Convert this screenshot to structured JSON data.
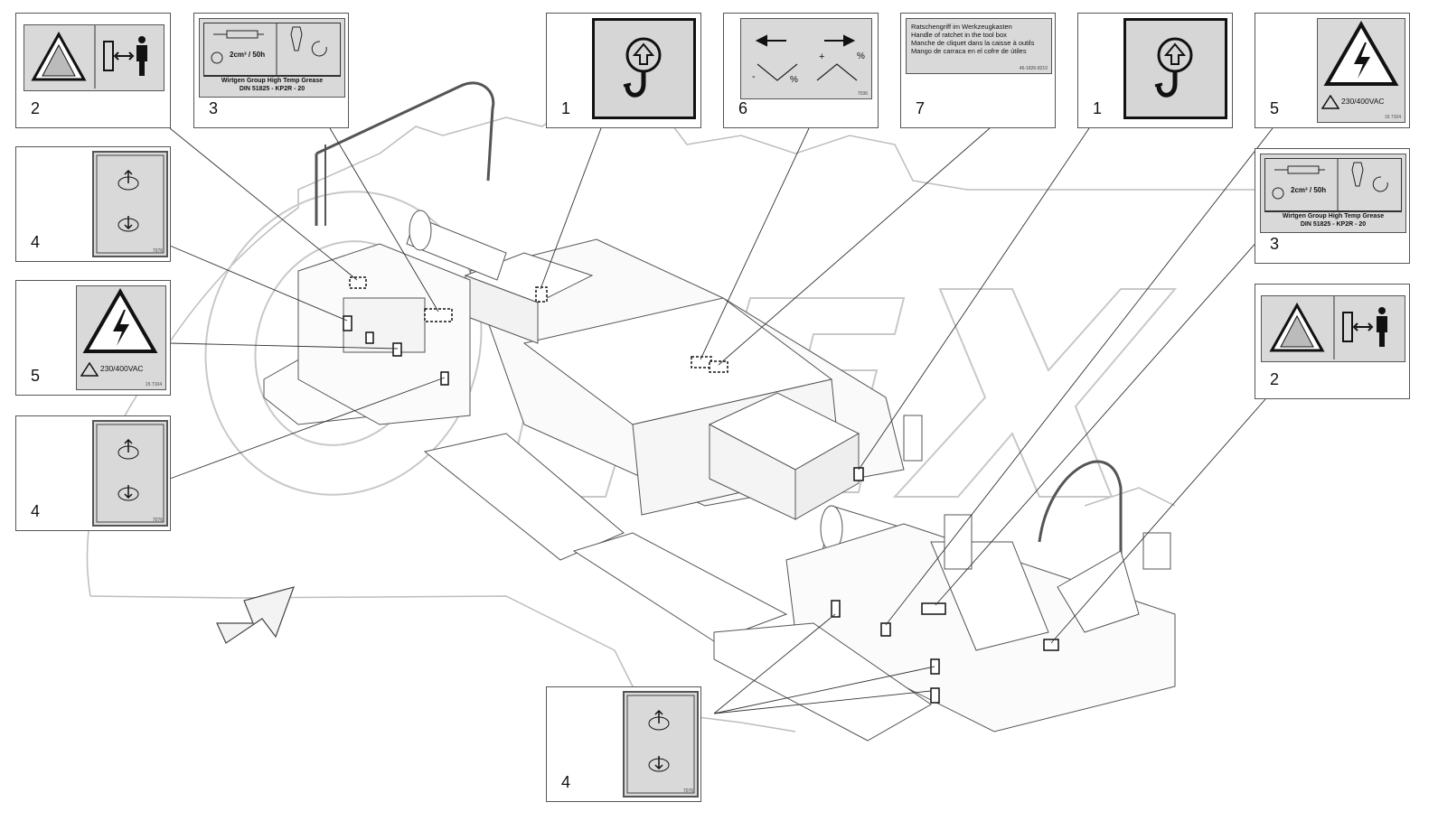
{
  "watermark": {
    "text": "OPEX",
    "color": "#cfcfcf"
  },
  "callouts": [
    {
      "id": "c2-left",
      "number": "2",
      "decal": "crush-warning"
    },
    {
      "id": "c3-top",
      "number": "3",
      "decal": "grease"
    },
    {
      "id": "c1-center",
      "number": "1",
      "decal": "lifting-hook"
    },
    {
      "id": "c6",
      "number": "6",
      "decal": "slope"
    },
    {
      "id": "c7",
      "number": "7",
      "decal": "ratchet-text"
    },
    {
      "id": "c1-right",
      "number": "1",
      "decal": "lifting-hook"
    },
    {
      "id": "c5-right",
      "number": "5",
      "decal": "voltage"
    },
    {
      "id": "c3-right",
      "number": "3",
      "decal": "grease"
    },
    {
      "id": "c2-right",
      "number": "2",
      "decal": "crush-warning"
    },
    {
      "id": "c4-left-top",
      "number": "4",
      "decal": "up-down"
    },
    {
      "id": "c5-left",
      "number": "5",
      "decal": "voltage"
    },
    {
      "id": "c4-left-bottom",
      "number": "4",
      "decal": "up-down"
    },
    {
      "id": "c4-bottom",
      "number": "4",
      "decal": "up-down"
    }
  ],
  "grease_decal": {
    "interval": "2cm³ / 50h",
    "line1": "Wirtgen Group High Temp Grease",
    "line2": "DIN 51825 - KP2R - 20"
  },
  "voltage_decal": {
    "text": "230/400VAC",
    "code": "15 7104"
  },
  "slope_decal": {
    "minus": "-",
    "plus": "+",
    "percent": "%",
    "code": "7036"
  },
  "ratchet_decal": {
    "lines": [
      "Ratschengriff im Werkzeugkasten",
      "Handle of ratchet in the tool box",
      "Manche de cliquet dans la caisse à outils",
      "Mango de carraca en el cofre de útiles"
    ],
    "code": "46-1826-8210"
  },
  "updown_decal": {
    "code": "7076"
  },
  "colors": {
    "line": "#333333",
    "decal_bg": "#d9d9d9",
    "outline": "#666666"
  }
}
